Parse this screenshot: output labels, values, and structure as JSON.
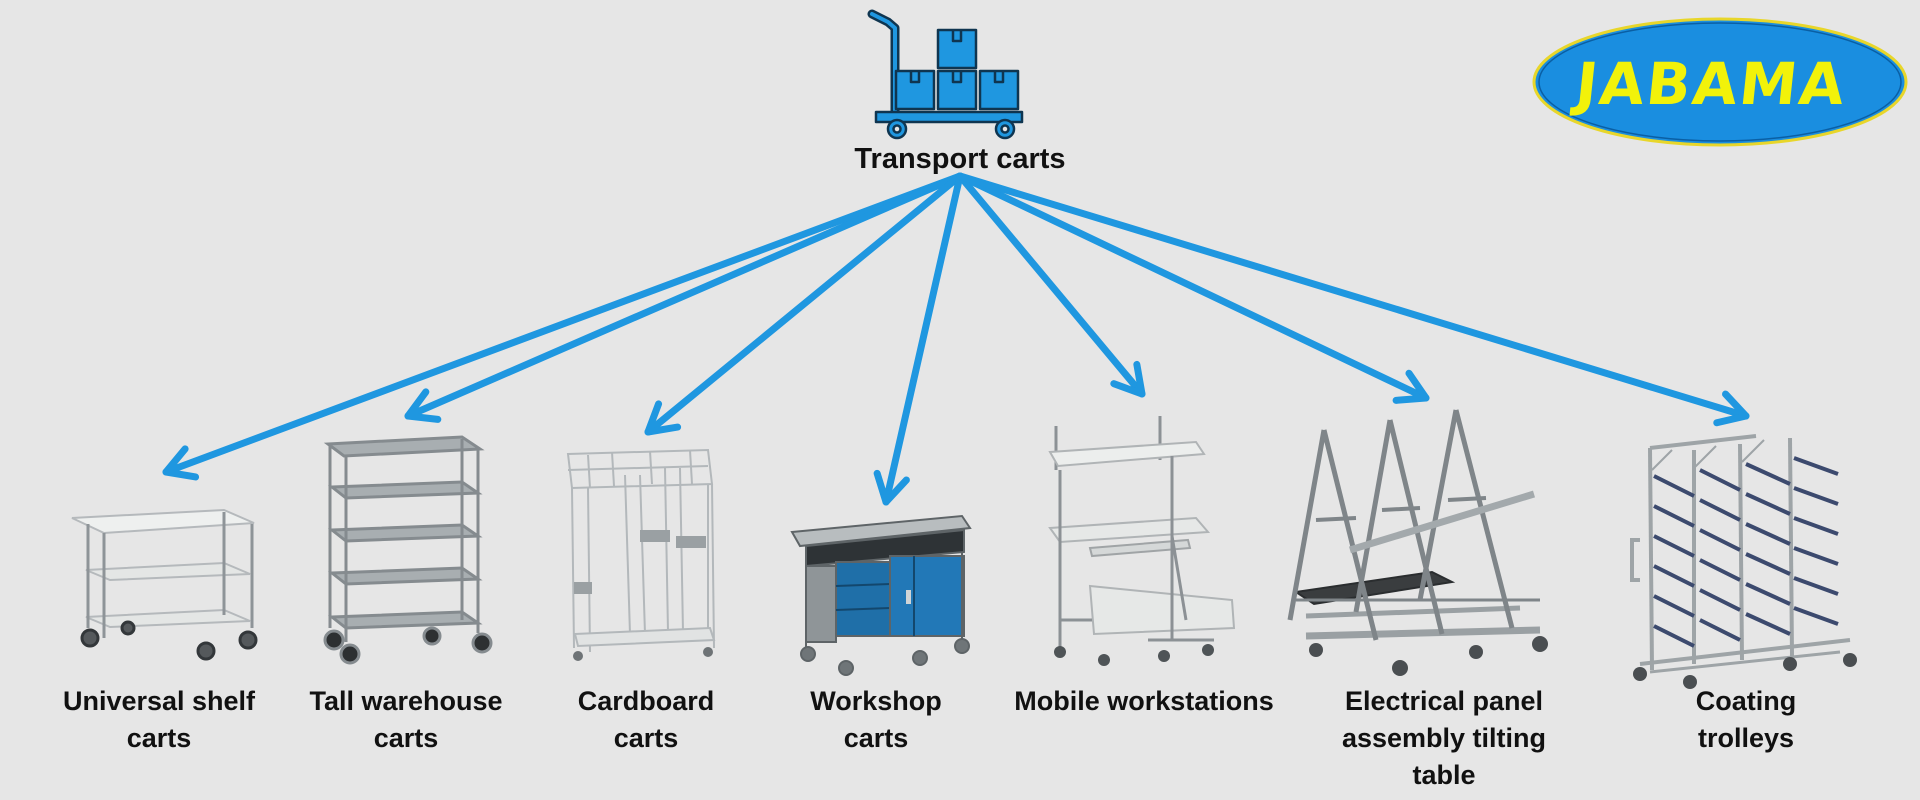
{
  "colors": {
    "background": "#e6e6e6",
    "arrow": "#1f97e0",
    "logo_fill": "#1a8ee0",
    "logo_text": "#f2f20a",
    "text": "#111111"
  },
  "root": {
    "label": "Transport carts",
    "icon": "hand-truck-boxes-icon"
  },
  "logo": {
    "text": "JABAMA"
  },
  "categories": [
    {
      "id": "universal-shelf",
      "label": "Universal shelf\ncarts",
      "image": "universal-shelf-cart-image"
    },
    {
      "id": "tall-warehouse",
      "label": "Tall warehouse\ncarts",
      "image": "tall-warehouse-cart-image"
    },
    {
      "id": "cardboard",
      "label": "Cardboard\ncarts",
      "image": "cardboard-cart-image"
    },
    {
      "id": "workshop",
      "label": "Workshop\ncarts",
      "image": "workshop-cart-image"
    },
    {
      "id": "mobile-workstations",
      "label": "Mobile workstations",
      "image": "mobile-workstation-image"
    },
    {
      "id": "electrical-panel",
      "label": "Electrical panel\nassembly tilting\ntable",
      "image": "tilting-table-image"
    },
    {
      "id": "coating-trolleys",
      "label": "Coating\ntrolleys",
      "image": "coating-trolley-image"
    }
  ]
}
